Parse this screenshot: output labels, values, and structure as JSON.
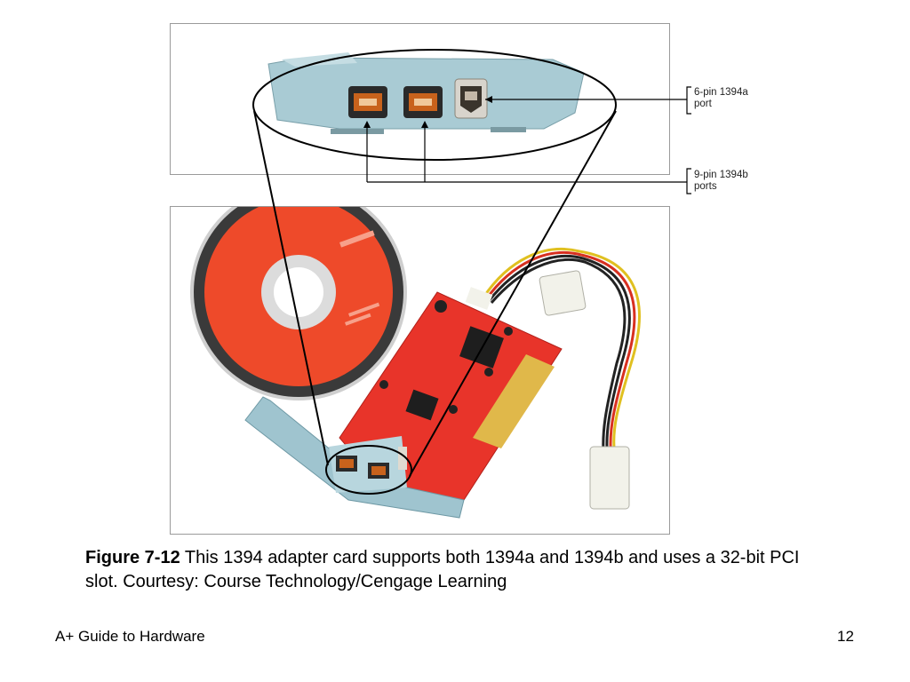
{
  "figure": {
    "callouts": {
      "six_pin_line1": "6-pin 1394a",
      "six_pin_line2": "port",
      "nine_pin_line1": "9-pin 1394b",
      "nine_pin_line2": "ports"
    },
    "caption_label": "Figure 7-12",
    "caption_text": " This 1394 adapter card supports both 1394a and 1394b and uses a 32-bit PCI slot. Courtesy: Course Technology/Cengage Learning"
  },
  "footer": {
    "title": "A+ Guide to Hardware",
    "page_number": "12"
  },
  "colors": {
    "board_red": "#e8342a",
    "bracket_blue": "#9fc4cf",
    "disc_orange": "#ee4a2a",
    "gold_contacts": "#e0b84a",
    "port_orange": "#c8621c"
  }
}
